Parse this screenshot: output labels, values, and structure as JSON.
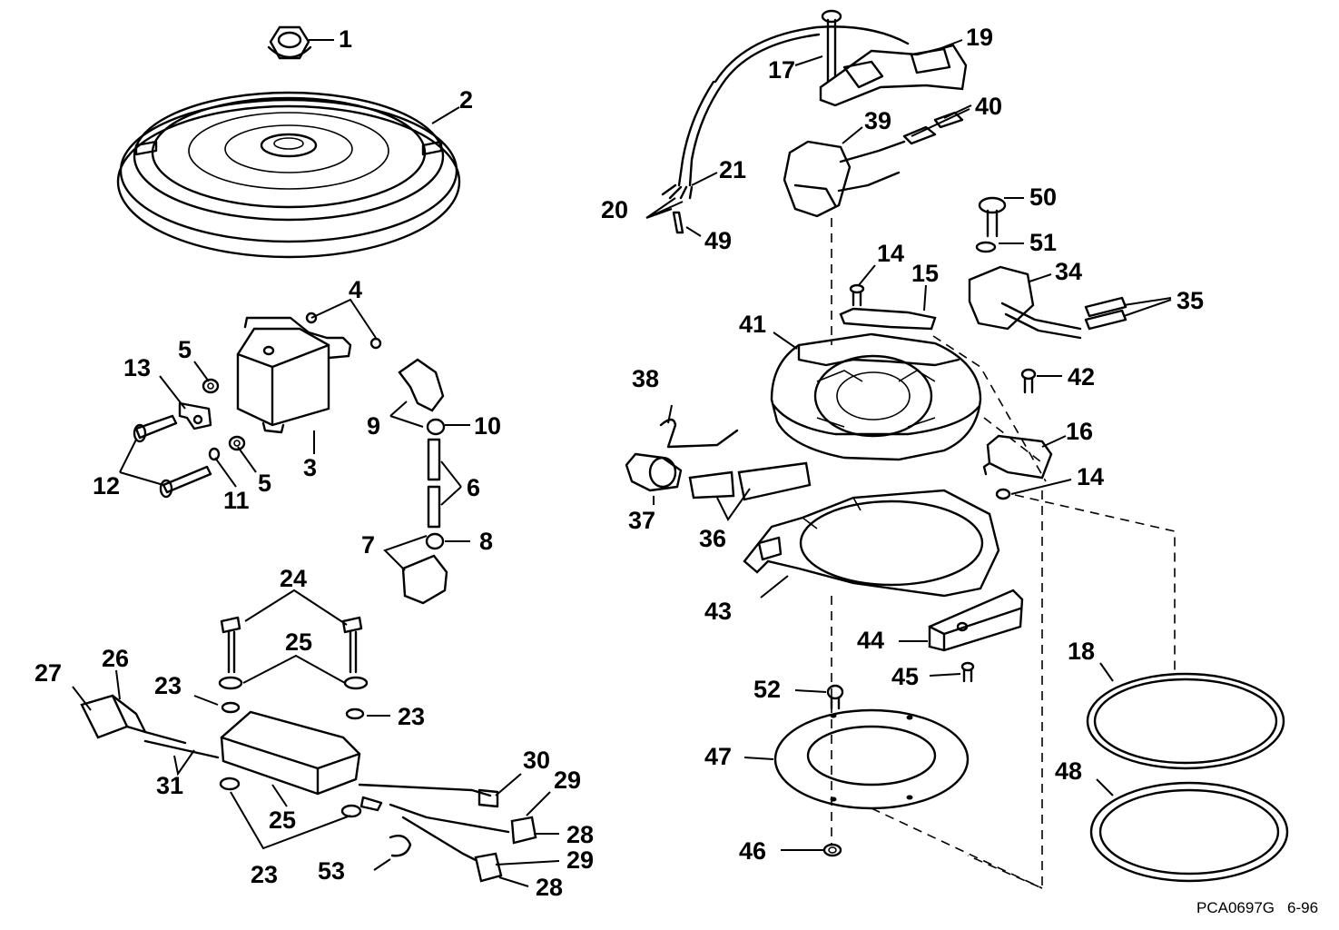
{
  "diagram": {
    "callouts": [
      {
        "id": "c1",
        "label": "1"
      },
      {
        "id": "c2",
        "label": "2"
      },
      {
        "id": "c3",
        "label": "3"
      },
      {
        "id": "c4",
        "label": "4"
      },
      {
        "id": "c5a",
        "label": "5"
      },
      {
        "id": "c5b",
        "label": "5"
      },
      {
        "id": "c6",
        "label": "6"
      },
      {
        "id": "c7",
        "label": "7"
      },
      {
        "id": "c8",
        "label": "8"
      },
      {
        "id": "c9",
        "label": "9"
      },
      {
        "id": "c10",
        "label": "10"
      },
      {
        "id": "c11",
        "label": "11"
      },
      {
        "id": "c12",
        "label": "12"
      },
      {
        "id": "c13",
        "label": "13"
      },
      {
        "id": "c14a",
        "label": "14"
      },
      {
        "id": "c14b",
        "label": "14"
      },
      {
        "id": "c15",
        "label": "15"
      },
      {
        "id": "c16",
        "label": "16"
      },
      {
        "id": "c17",
        "label": "17"
      },
      {
        "id": "c18",
        "label": "18"
      },
      {
        "id": "c19",
        "label": "19"
      },
      {
        "id": "c20",
        "label": "20"
      },
      {
        "id": "c21",
        "label": "21"
      },
      {
        "id": "c23a",
        "label": "23"
      },
      {
        "id": "c23b",
        "label": "23"
      },
      {
        "id": "c23c",
        "label": "23"
      },
      {
        "id": "c24",
        "label": "24"
      },
      {
        "id": "c25a",
        "label": "25"
      },
      {
        "id": "c25b",
        "label": "25"
      },
      {
        "id": "c26",
        "label": "26"
      },
      {
        "id": "c27",
        "label": "27"
      },
      {
        "id": "c28a",
        "label": "28"
      },
      {
        "id": "c28b",
        "label": "28"
      },
      {
        "id": "c29a",
        "label": "29"
      },
      {
        "id": "c29b",
        "label": "29"
      },
      {
        "id": "c30",
        "label": "30"
      },
      {
        "id": "c31",
        "label": "31"
      },
      {
        "id": "c34",
        "label": "34"
      },
      {
        "id": "c35",
        "label": "35"
      },
      {
        "id": "c36",
        "label": "36"
      },
      {
        "id": "c37",
        "label": "37"
      },
      {
        "id": "c38",
        "label": "38"
      },
      {
        "id": "c39",
        "label": "39"
      },
      {
        "id": "c40",
        "label": "40"
      },
      {
        "id": "c41",
        "label": "41"
      },
      {
        "id": "c42",
        "label": "42"
      },
      {
        "id": "c43",
        "label": "43"
      },
      {
        "id": "c44",
        "label": "44"
      },
      {
        "id": "c45",
        "label": "45"
      },
      {
        "id": "c46",
        "label": "46"
      },
      {
        "id": "c47",
        "label": "47"
      },
      {
        "id": "c48",
        "label": "48"
      },
      {
        "id": "c49",
        "label": "49"
      },
      {
        "id": "c50",
        "label": "50"
      },
      {
        "id": "c51",
        "label": "51"
      },
      {
        "id": "c52",
        "label": "52"
      },
      {
        "id": "c53",
        "label": "53"
      }
    ]
  },
  "footer": {
    "drawing_code": "PCA0697G",
    "date": "6-96"
  }
}
